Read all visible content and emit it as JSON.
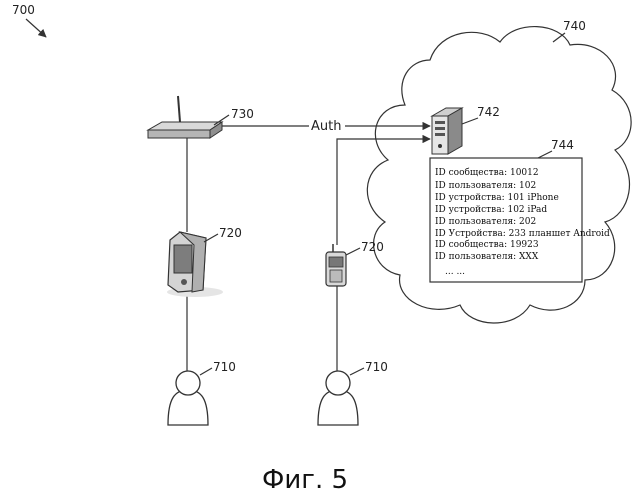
{
  "figure_ref": "700",
  "caption": "Фиг. 5",
  "cloud": {
    "ref": "740"
  },
  "server": {
    "ref": "742"
  },
  "database": {
    "ref": "744",
    "lines": [
      "ID сообщества: 10012",
      "ID пользователя: 102",
      "ID устройства: 101 iPhone",
      "ID устройства: 102 iPad",
      "ID пользователя: 202",
      "ID Устройства: 233 планшет Android",
      "",
      "ID сообщества: 19923",
      "ID пользователя: XXX",
      "... ..."
    ]
  },
  "router": {
    "ref": "730"
  },
  "auth_label": "Auth",
  "devices": [
    {
      "ref": "720",
      "kind": "tablet-icon"
    },
    {
      "ref": "720",
      "kind": "phone-icon"
    }
  ],
  "users": [
    {
      "ref": "710"
    },
    {
      "ref": "710"
    }
  ]
}
